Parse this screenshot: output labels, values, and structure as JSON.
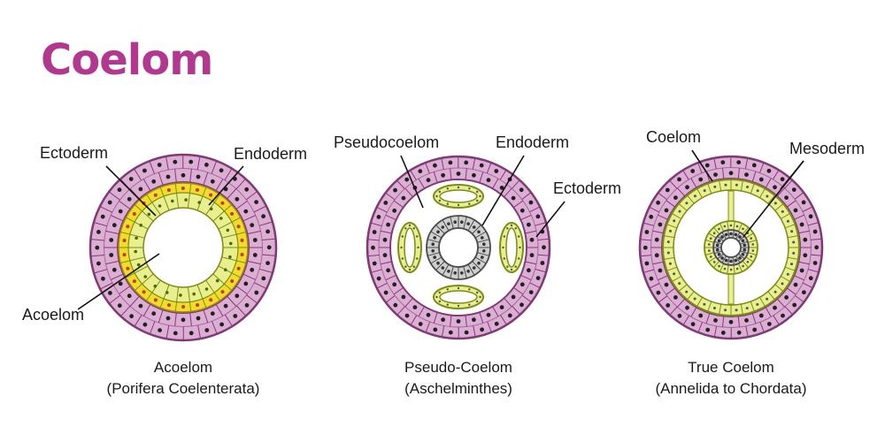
{
  "title": "Coelom",
  "colors": {
    "title": "#b2378f",
    "ectoderm_fill": "#dcaed3",
    "ectoderm_stroke": "#7e3a74",
    "nucleus": "#222222",
    "mesoderm_fill": "#e9ef8e",
    "mesoderm_stroke": "#7c8d15",
    "mesoderm_outer": "#f1dc2b",
    "endoderm_gray": "#cfcfcf",
    "endoderm_gray_stroke": "#4a4a4a",
    "cavity": "#ffffff",
    "leader": "#111111"
  },
  "diagrams": [
    {
      "labels": {
        "ectoderm": "Ectoderm",
        "endoderm": "Endoderm",
        "acoelom": "Acoelom"
      },
      "caption": {
        "line1": "Acoelom",
        "line2": "(Porifera Coelenterata)"
      }
    },
    {
      "labels": {
        "pseudocoelom": "Pseudocoelom",
        "endoderm": "Endoderm",
        "ectoderm": "Ectoderm"
      },
      "caption": {
        "line1": "Pseudo-Coelom",
        "line2": "(Aschelminthes)"
      }
    },
    {
      "labels": {
        "coelom": "Coelom",
        "mesoderm": "Mesoderm"
      },
      "caption": {
        "line1": "True Coelom",
        "line2": "(Annelida to Chordata)"
      }
    }
  ]
}
